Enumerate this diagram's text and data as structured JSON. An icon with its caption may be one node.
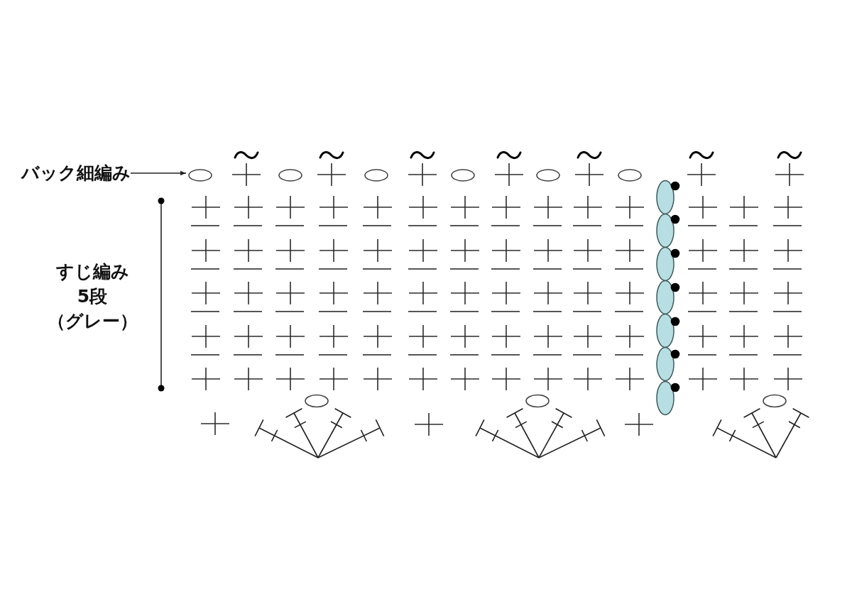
{
  "diagram": {
    "nodes": [
      {
        "text": [
          "バック細編み"
        ]
      },
      {
        "text": [],
        "shape": "picture"
      }
    ],
    "edges": [
      {
        "from": 0,
        "to": 1,
        "arrow": "to"
      }
    ],
    "labels": [
      "すじ編み",
      "5段",
      "（グレー）"
    ]
  }
}
